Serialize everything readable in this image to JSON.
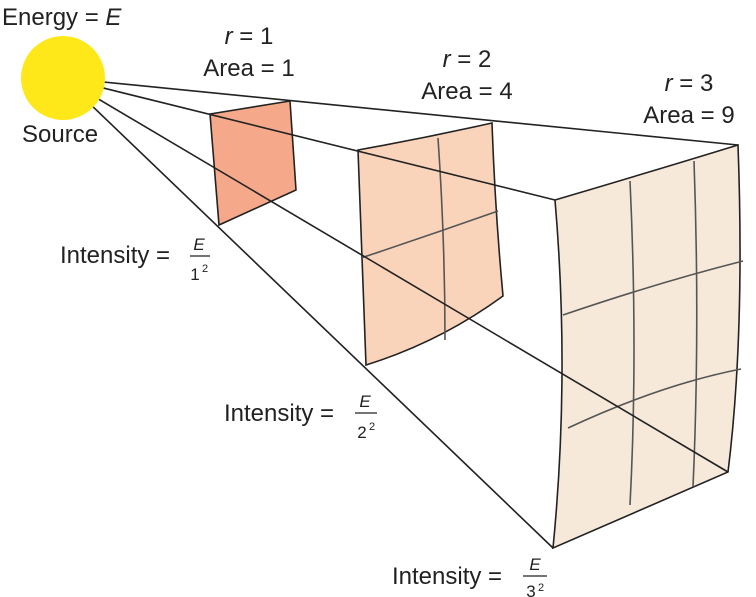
{
  "source": {
    "energy_prefix": "Energy = ",
    "energy_symbol": "E",
    "label": "Source",
    "color": "#ffe81a"
  },
  "surfaces": [
    {
      "r_symbol": "r",
      "r_value": " = 1",
      "area_text": "Area = 1",
      "intensity_prefix": "Intensity = ",
      "numerator": "E",
      "denominator_base": "1",
      "denominator_exp": "2",
      "fill": "#f6a98a"
    },
    {
      "r_symbol": "r",
      "r_value": " = 2",
      "area_text": "Area = 4",
      "intensity_prefix": "Intensity = ",
      "numerator": "E",
      "denominator_base": "2",
      "denominator_exp": "2",
      "fill": "#fad4ba"
    },
    {
      "r_symbol": "r",
      "r_value": " = 3",
      "area_text": "Area = 9",
      "intensity_prefix": "Intensity = ",
      "numerator": "E",
      "denominator_base": "3",
      "denominator_exp": "2",
      "fill": "#f7e9d9"
    }
  ],
  "colors": {
    "outline": "#222222",
    "grid": "#555555",
    "hidden_line": "#b09a8a"
  }
}
